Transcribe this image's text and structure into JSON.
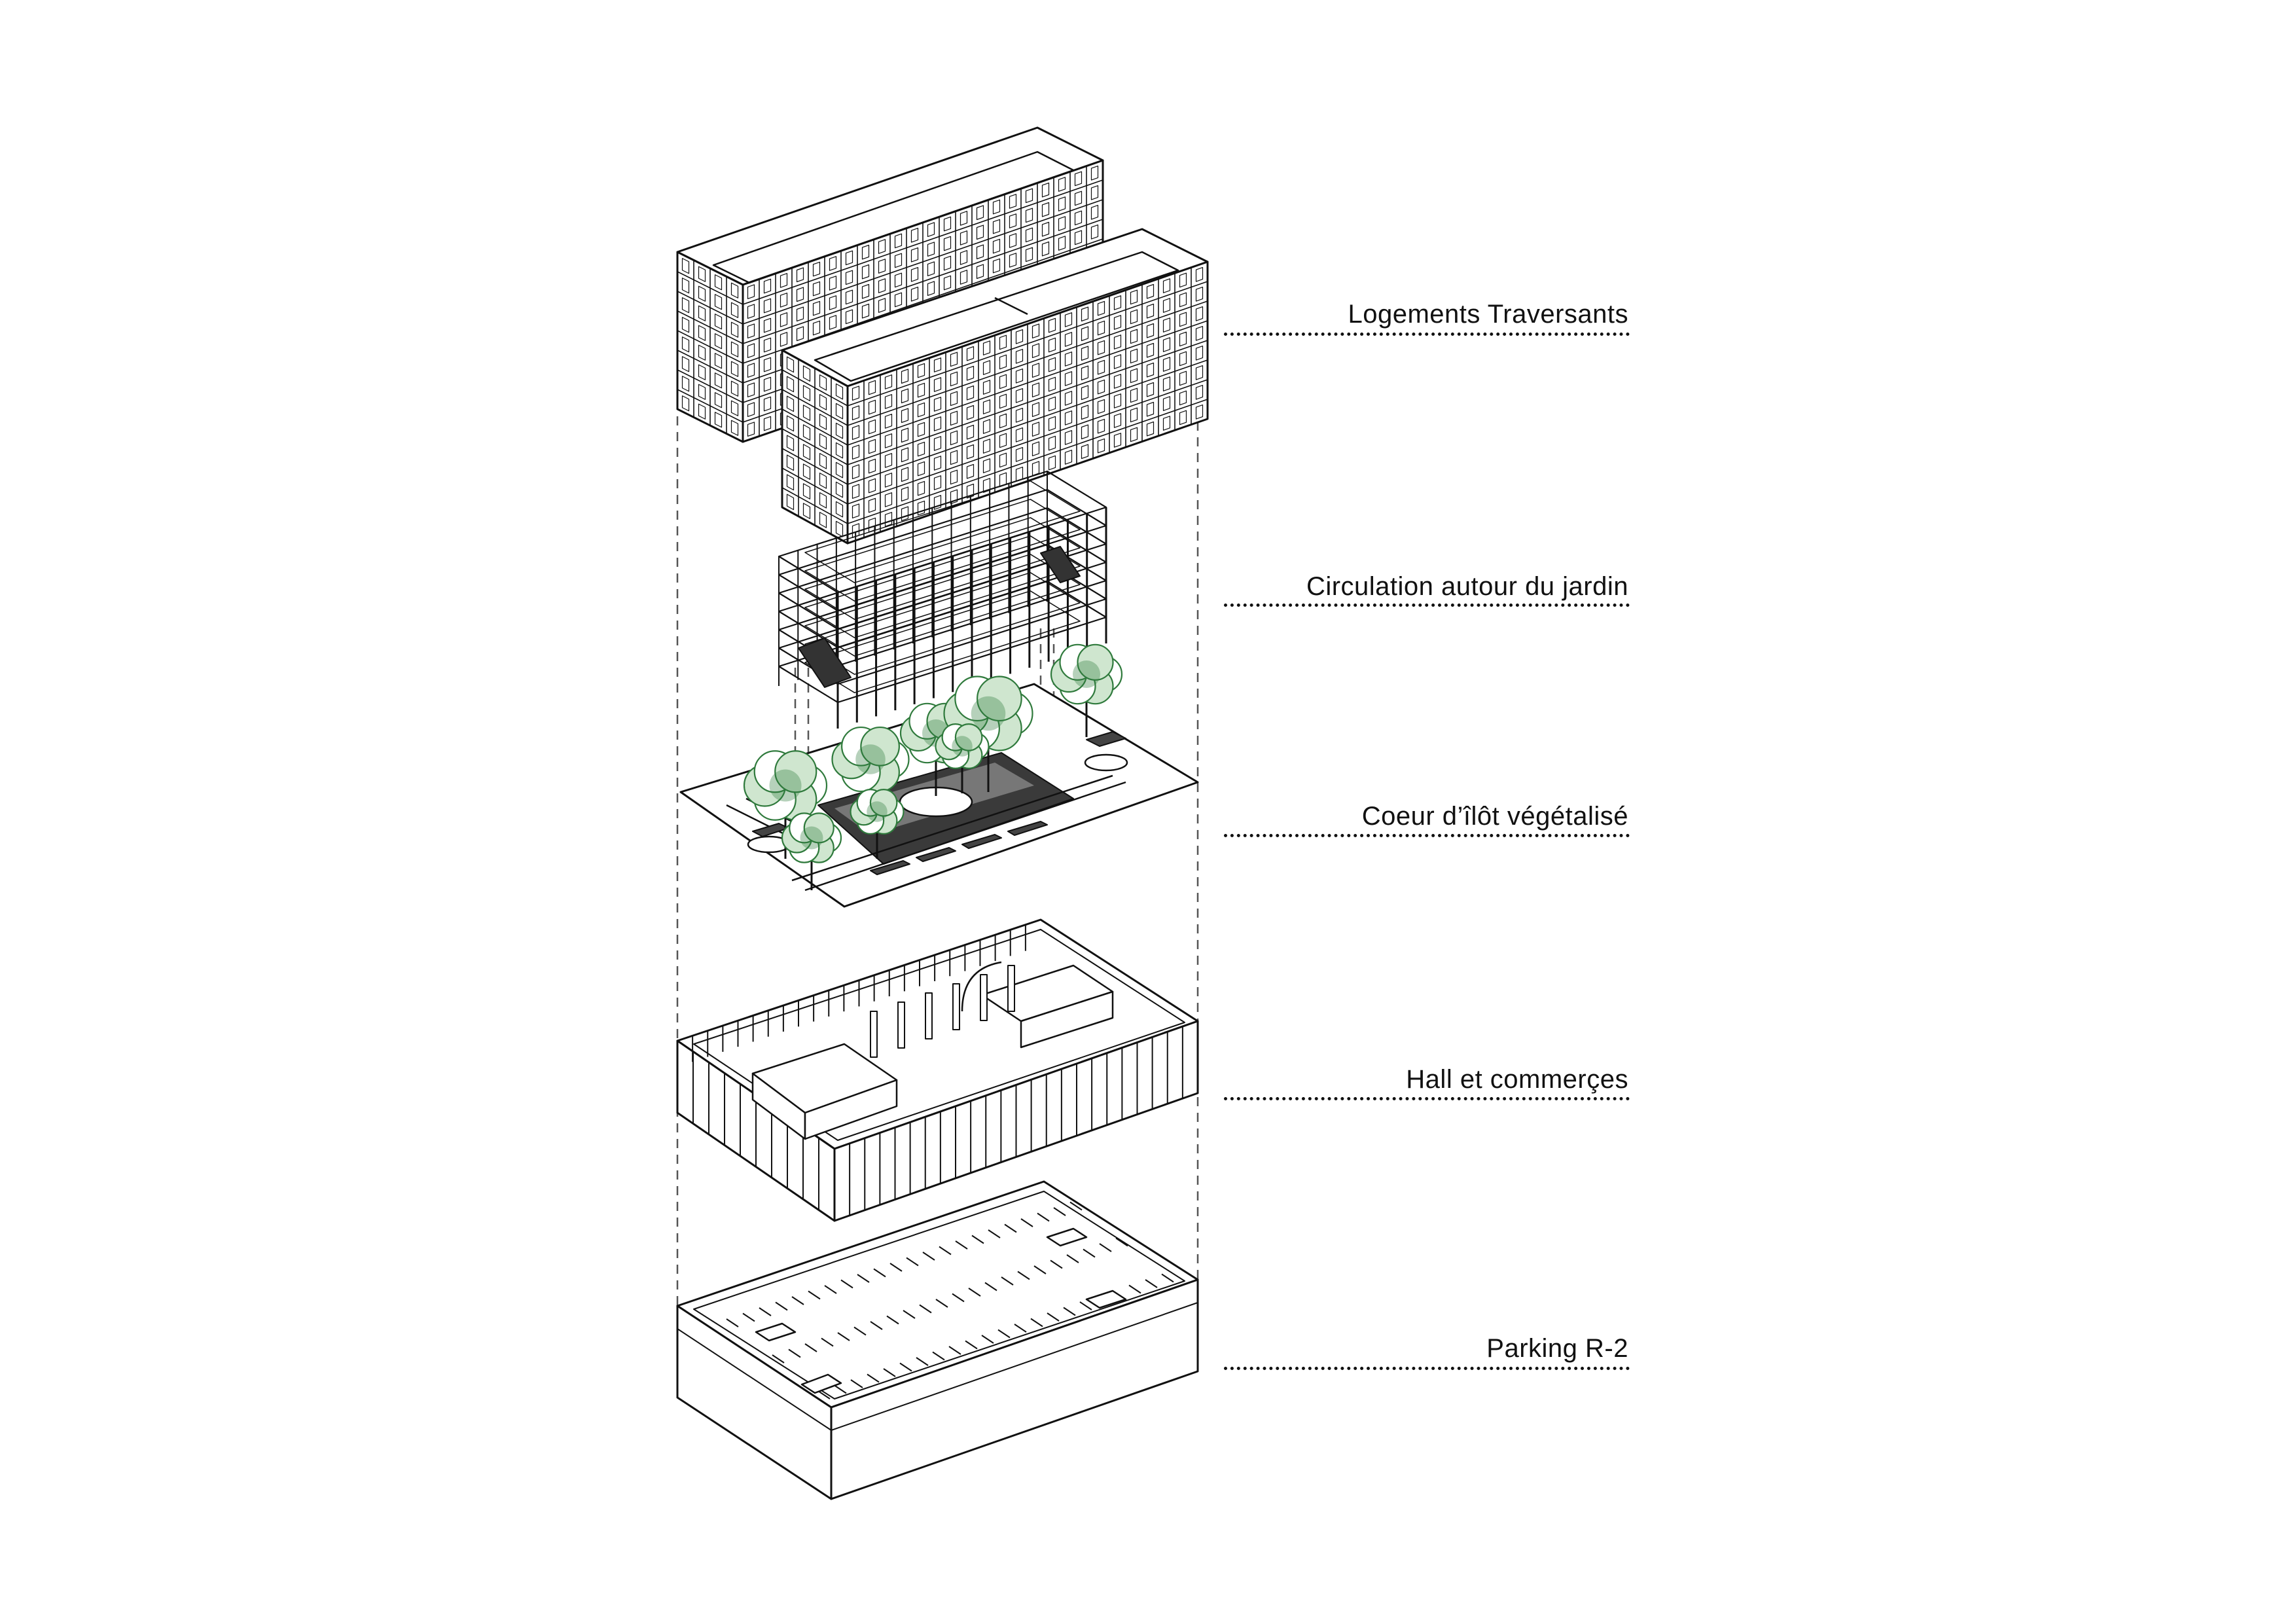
{
  "layers": [
    {
      "id": "logements",
      "label": "Logements Traversants"
    },
    {
      "id": "circulation",
      "label": "Circulation autour du jardin"
    },
    {
      "id": "coeur",
      "label": "Coeur d’îlôt végétalisé"
    },
    {
      "id": "hall",
      "label": "Hall et commerçes"
    },
    {
      "id": "parking",
      "label": "Parking R-2"
    }
  ],
  "colors": {
    "line": "#111111",
    "tree": "#2f7a3c",
    "background": "#ffffff"
  }
}
